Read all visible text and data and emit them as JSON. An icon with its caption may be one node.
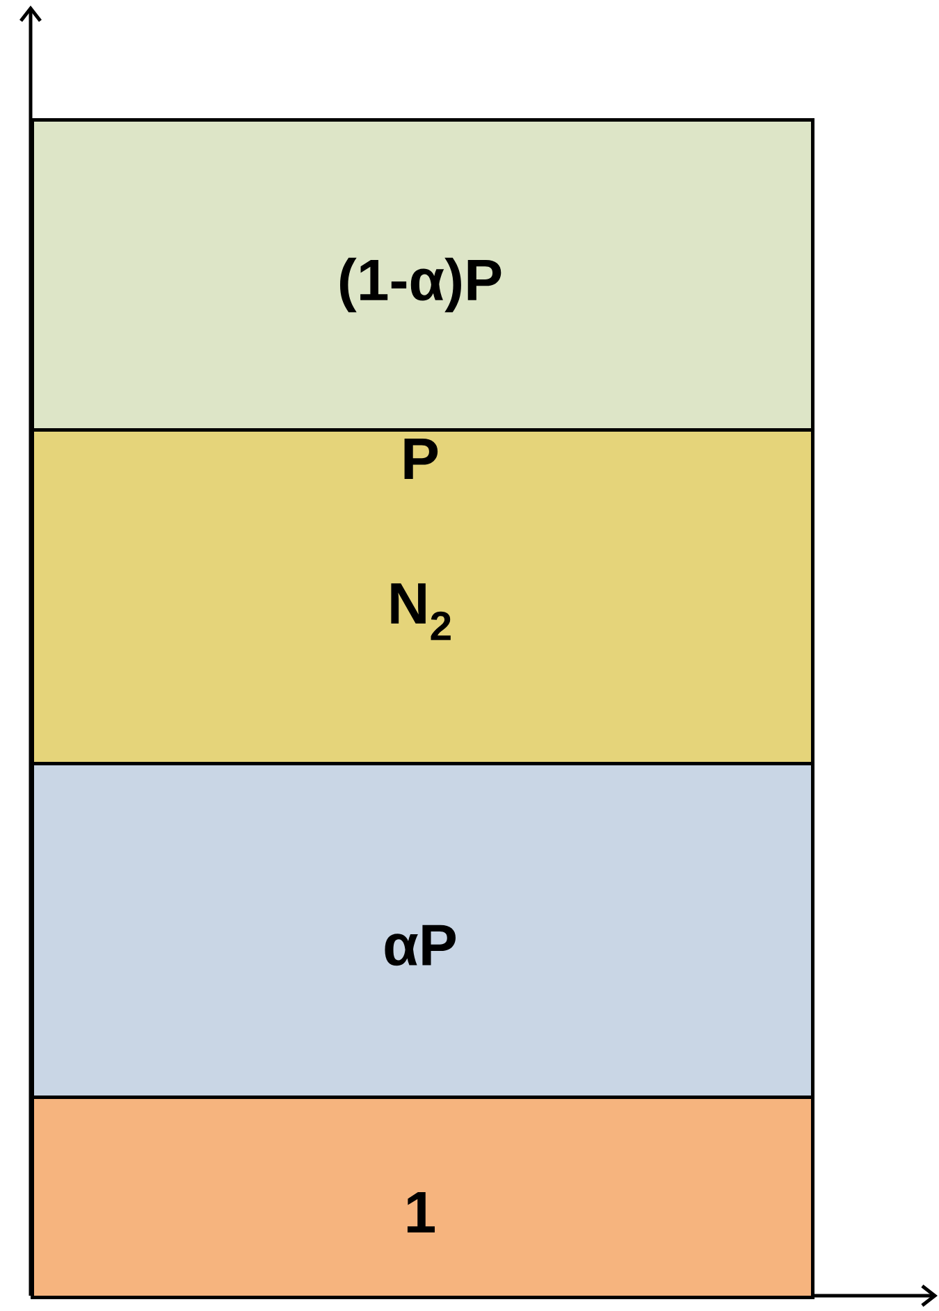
{
  "diagram": {
    "nodes": [
      {
        "text": [
          "(1-α)P"
        ]
      },
      {
        "text": [
          "P",
          "N$_{2}$"
        ]
      },
      {
        "text": [
          "αP"
        ]
      },
      {
        "text": [
          "1"
        ]
      }
    ]
  }
}
